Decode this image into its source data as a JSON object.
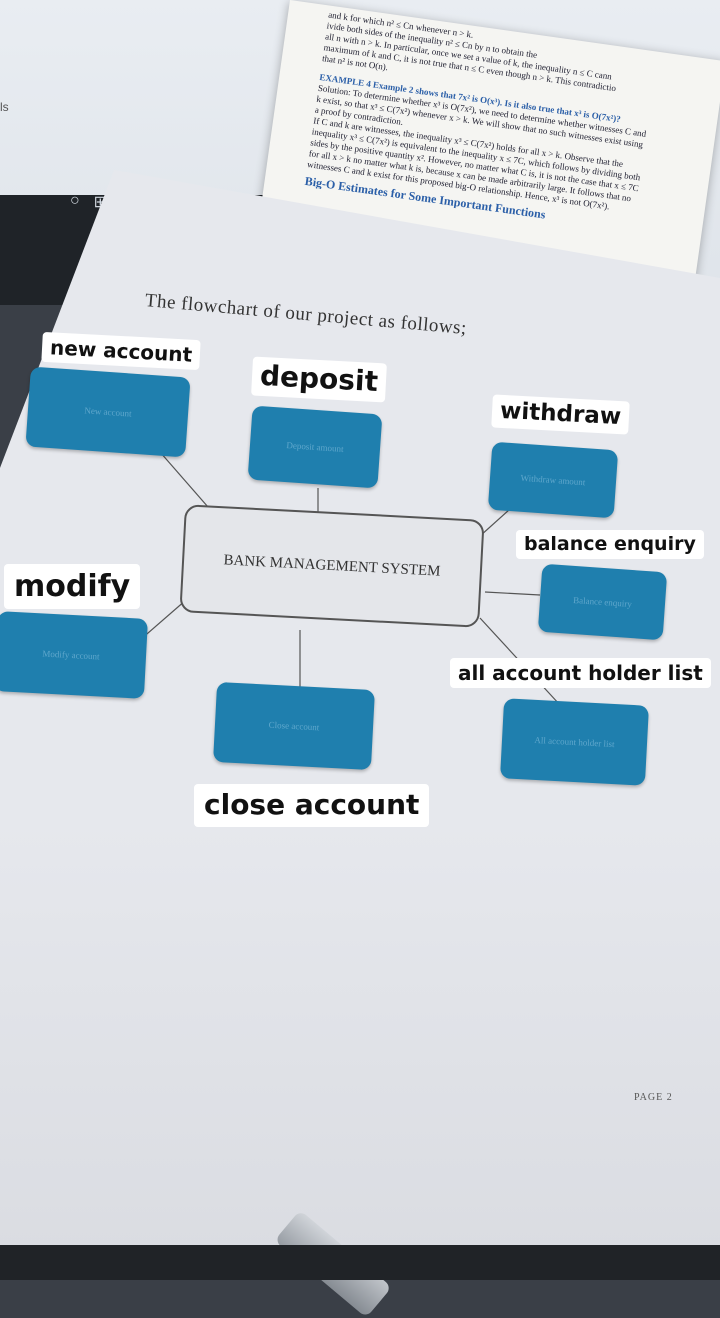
{
  "background": {
    "side_text": "ls",
    "taskbar_icons": [
      "circle-icon",
      "grid-icon"
    ],
    "book_lines": [
      "and k for which n² ≤ Cn whenever n > k.",
      "ivide both sides of the inequality n² ≤ Cn by n to obtain the",
      "all n with n > k. In particular, once we set a value of k, the inequality n ≤ C cann",
      "maximum of k and C, it is not true that n ≤ C even though n > k. This contradictio",
      "that n² is not O(n)."
    ],
    "book_example": "EXAMPLE 4   Example 2 shows that 7x² is O(x³). Is it also true that x³ is O(7x²)?",
    "book_solution_lines": [
      "Solution: To determine whether x³ is O(7x²), we need to determine whether witnesses C and",
      "k exist, so that x³ ≤ C(7x²) whenever x > k. We will show that no such witnesses exist using",
      "a proof by contradiction.",
      "If C and k are witnesses, the inequality x³ ≤ C(7x²) holds for all x > k. Observe that the",
      "inequality x³ ≤ C(7x²) is equivalent to the inequality x ≤ 7C, which follows by dividing both",
      "sides by the positive quantity x². However, no matter what C is, it is not the case that x ≤ 7C",
      "for all x > k no matter what k is, because x can be made arbitrarily large. It follows that no",
      "witnesses C and k exist for this proposed big-O relationship. Hence, x³ is not O(7x²)."
    ],
    "book_heading": "Big-O Estimates for Some Important Functions"
  },
  "flowchart": {
    "title": "The flowchart of our project as follows;",
    "center": "BANK MANAGEMENT SYSTEM",
    "nodes": {
      "new_account": "New account",
      "deposit": "Deposit amount",
      "withdraw": "Withdraw amount",
      "balance": "Balance enquiry",
      "modify": "Modify account",
      "close": "Close account",
      "holder_list": "All account holder list"
    },
    "page_number": "PAGE 2"
  },
  "stickers": {
    "new_account": "new account",
    "deposit": "deposit",
    "withdraw": "withdraw",
    "balance": "balance enquiry",
    "modify": "modify",
    "holder_list": "all account holder list",
    "close": "close account"
  },
  "colors": {
    "node_fill": "#1f7fae",
    "paper": "#e6e8ed",
    "sticker": "#ffffff"
  }
}
